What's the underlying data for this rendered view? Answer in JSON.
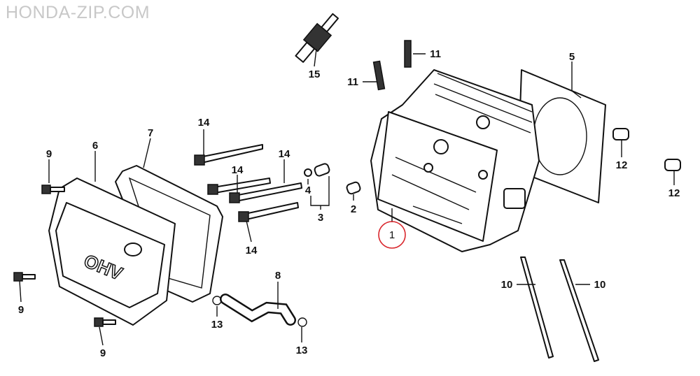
{
  "watermark": "HONDA-ZIP.COM",
  "cover_logo": "OHV",
  "highlight_color": "#d9262c",
  "callouts": [
    "15",
    "11",
    "11",
    "5",
    "14",
    "7",
    "6",
    "9",
    "14",
    "14",
    "4",
    "2",
    "3",
    "12",
    "12",
    "1",
    "14",
    "9",
    "8",
    "10",
    "10",
    "13",
    "13",
    "9"
  ]
}
